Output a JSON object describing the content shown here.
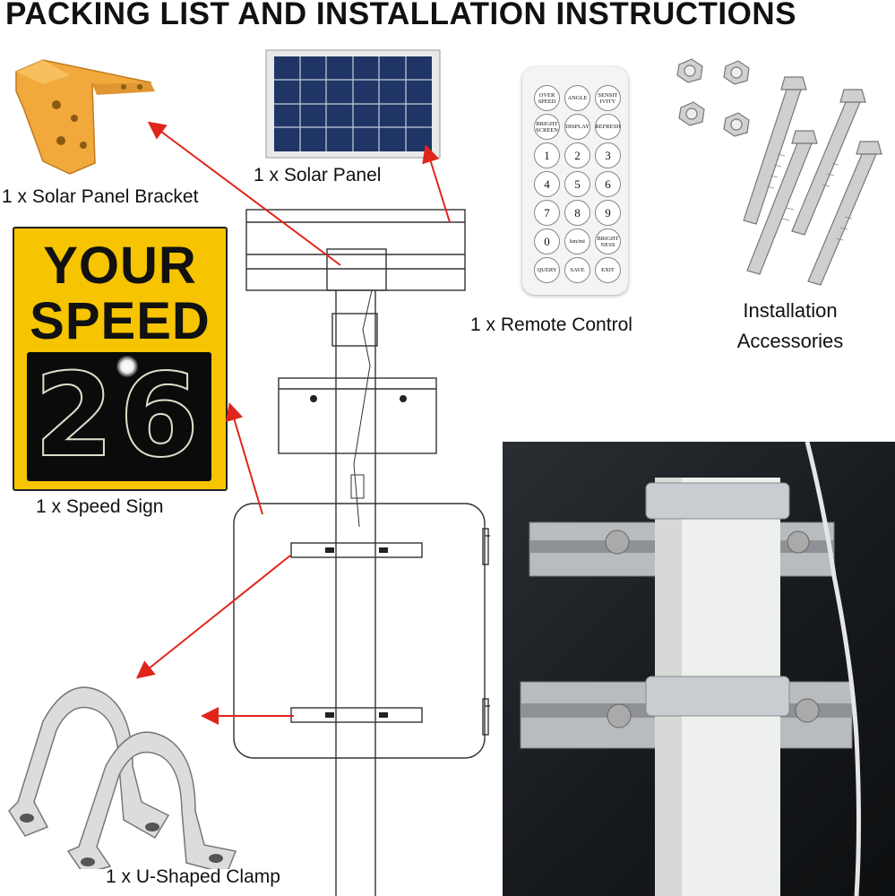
{
  "title": "PACKING LIST AND INSTALLATION INSTRUCTIONS",
  "labels": {
    "bracket": "1 x Solar Panel Bracket",
    "solar": "1 x Solar Panel",
    "remote": "1 x Remote Control",
    "accessories_line1": "Installation",
    "accessories_line2": "Accessories",
    "sign": "1 x Speed Sign",
    "clamp": "1 x U-Shaped Clamp"
  },
  "sign": {
    "line1": "YOUR",
    "line2": "SPEED",
    "speed": "26"
  },
  "remote_buttons": [
    "OVER SPEED",
    "ANGLE",
    "SENSIT IVITY",
    "BRIGHT SCREEN",
    "DISPLAY",
    "REFRESH",
    "1",
    "2",
    "3",
    "4",
    "5",
    "6",
    "7",
    "8",
    "9",
    "0",
    "km/mi",
    "BRIGHT NESS",
    "QUERY",
    "SAVE",
    "EXIT"
  ],
  "colors": {
    "arrow": "#e0251b",
    "sign_yellow": "#f6c400",
    "bracket_orange": "#f2a93b",
    "solar_blue": "#1f3566"
  }
}
